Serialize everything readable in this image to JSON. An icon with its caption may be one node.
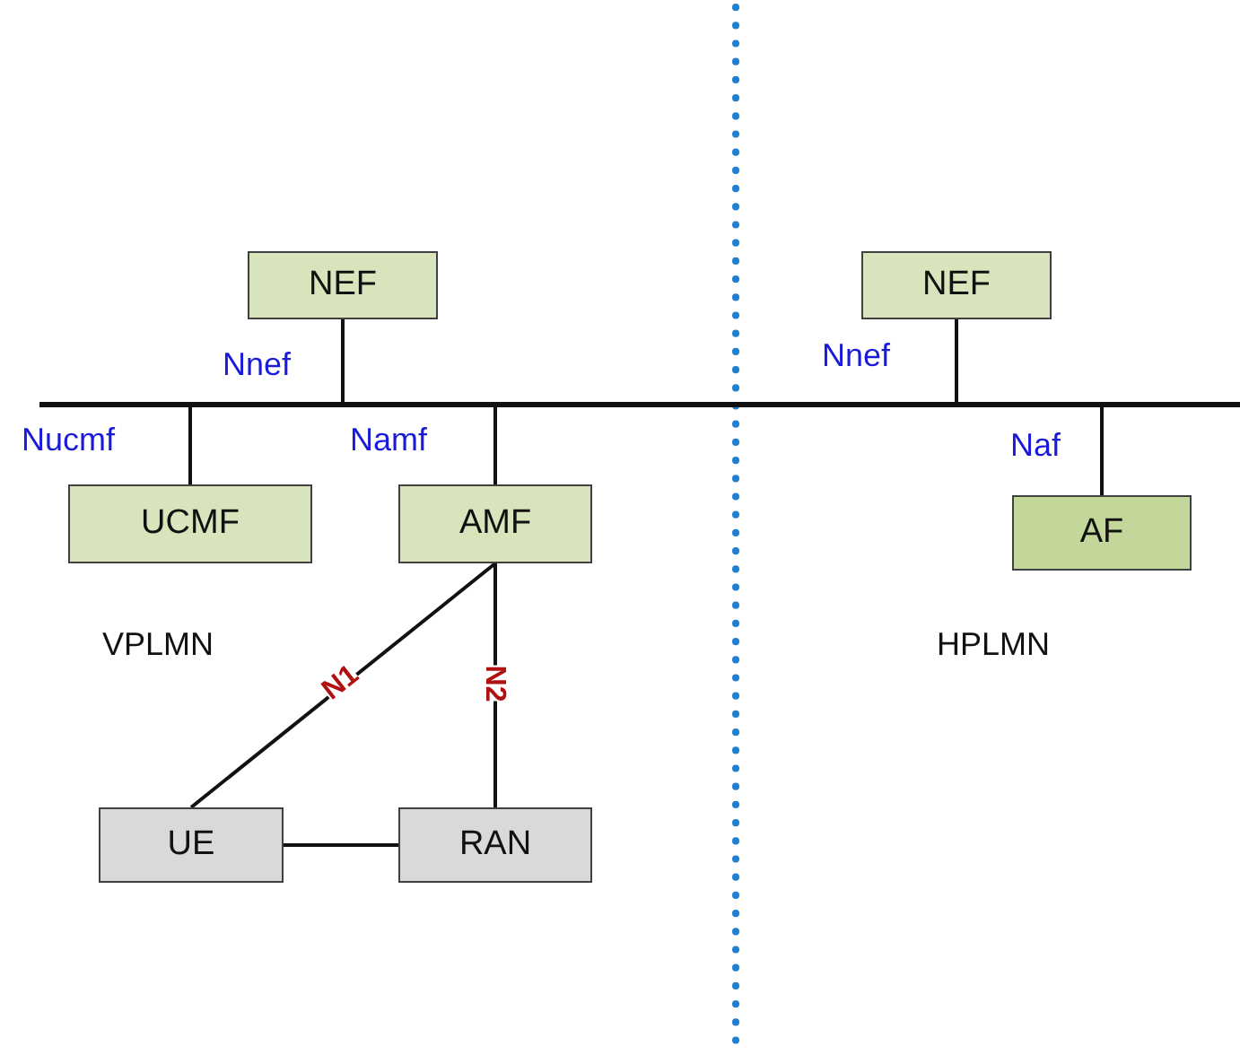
{
  "diagram": {
    "nodes": [
      {
        "text": [
          "NEF"
        ]
      },
      {
        "text": [
          "NEF"
        ]
      },
      {
        "text": [],
        "shape": "bar"
      },
      {
        "text": [
          "UCMF"
        ]
      },
      {
        "text": [
          "AMF"
        ]
      },
      {
        "text": [
          "AF"
        ]
      },
      {
        "text": [
          "UE"
        ]
      },
      {
        "text": [
          "RAN"
        ]
      }
    ],
    "edges": [
      {
        "from": 0,
        "to": 2,
        "arrow": "none",
        "label": "Nnef"
      },
      {
        "from": 1,
        "to": 2,
        "arrow": "none",
        "label": "Nnef"
      },
      {
        "from": 3,
        "to": 2,
        "arrow": "none",
        "label": "Nucmf"
      },
      {
        "from": 4,
        "to": 2,
        "arrow": "none",
        "label": "Namf"
      },
      {
        "from": 5,
        "to": 2,
        "arrow": "none",
        "label": "Naf"
      },
      {
        "from": 4,
        "to": 6,
        "arrow": "none",
        "label": "N1"
      },
      {
        "from": 4,
        "to": 7,
        "arrow": "none",
        "label": "N2"
      },
      {
        "from": 6,
        "to": 7,
        "arrow": "none"
      }
    ],
    "labels": [
      "VPLMN",
      "HPLMN"
    ]
  }
}
